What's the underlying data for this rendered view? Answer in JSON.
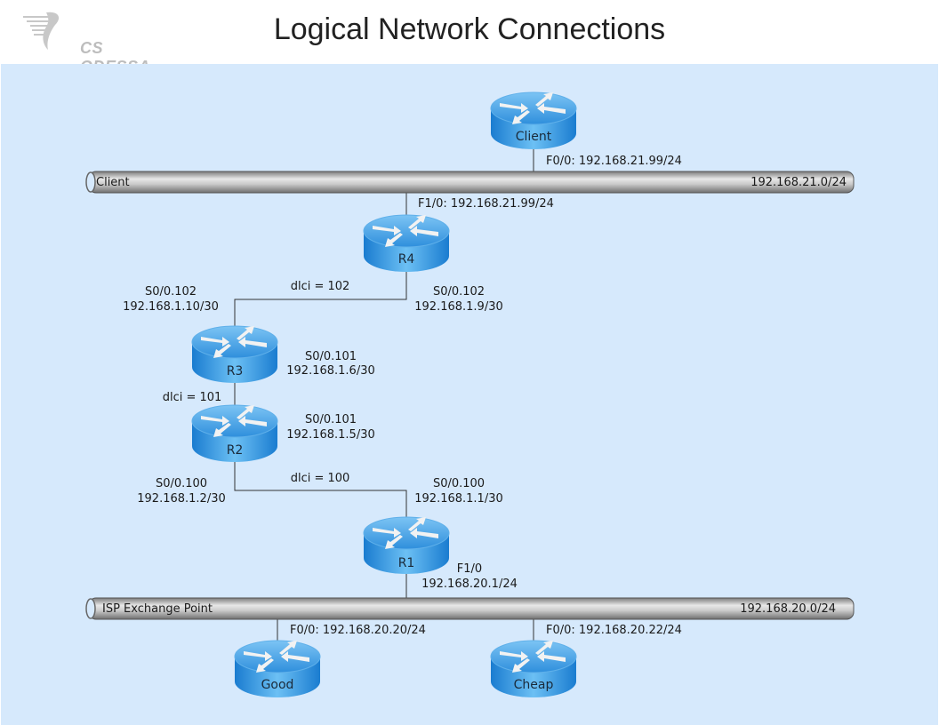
{
  "header": {
    "title": "Logical Network Connections",
    "logo_text": "CS ODESSA"
  },
  "colors": {
    "background": "#d6e9fc",
    "router_top": "#4aa4e8",
    "router_side": "#1f86d6",
    "bus_light": "#e6e6e6",
    "bus_dark": "#8a8a8a",
    "link": "#333333"
  },
  "networks": [
    {
      "id": "client-net",
      "name": "Client",
      "subnet": "192.168.21.0/24"
    },
    {
      "id": "isp-net",
      "name": "ISP Exchange Point",
      "subnet": "192.168.20.0/24"
    }
  ],
  "routers": [
    {
      "id": "client",
      "label": "Client"
    },
    {
      "id": "r4",
      "label": "R4"
    },
    {
      "id": "r3",
      "label": "R3"
    },
    {
      "id": "r2",
      "label": "R2"
    },
    {
      "id": "r1",
      "label": "R1"
    },
    {
      "id": "good",
      "label": "Good"
    },
    {
      "id": "cheap",
      "label": "Cheap"
    }
  ],
  "links": [
    {
      "id": "dlci102",
      "label": "dlci = 102"
    },
    {
      "id": "dlci101",
      "label": "dlci = 101"
    },
    {
      "id": "dlci100",
      "label": "dlci = 100"
    }
  ],
  "interfaces": {
    "client_f00": "F0/0: 192.168.21.99/24",
    "r4_f10": "F1/0: 192.168.21.99/24",
    "r4_s0_102": [
      "S0/0.102",
      "192.168.1.9/30"
    ],
    "r3_s0_102": [
      "S0/0.102",
      "192.168.1.10/30"
    ],
    "r3_s0_101": [
      "S0/0.101",
      "192.168.1.6/30"
    ],
    "r2_s0_101": [
      "S0/0.101",
      "192.168.1.5/30"
    ],
    "r2_s0_100": [
      "S0/0.100",
      "192.168.1.2/30"
    ],
    "r1_s0_100": [
      "S0/0.100",
      "192.168.1.1/30"
    ],
    "r1_f10": [
      "F1/0",
      "192.168.20.1/24"
    ],
    "good_f00": "F0/0: 192.168.20.20/24",
    "cheap_f00": "F0/0: 192.168.20.22/24"
  }
}
